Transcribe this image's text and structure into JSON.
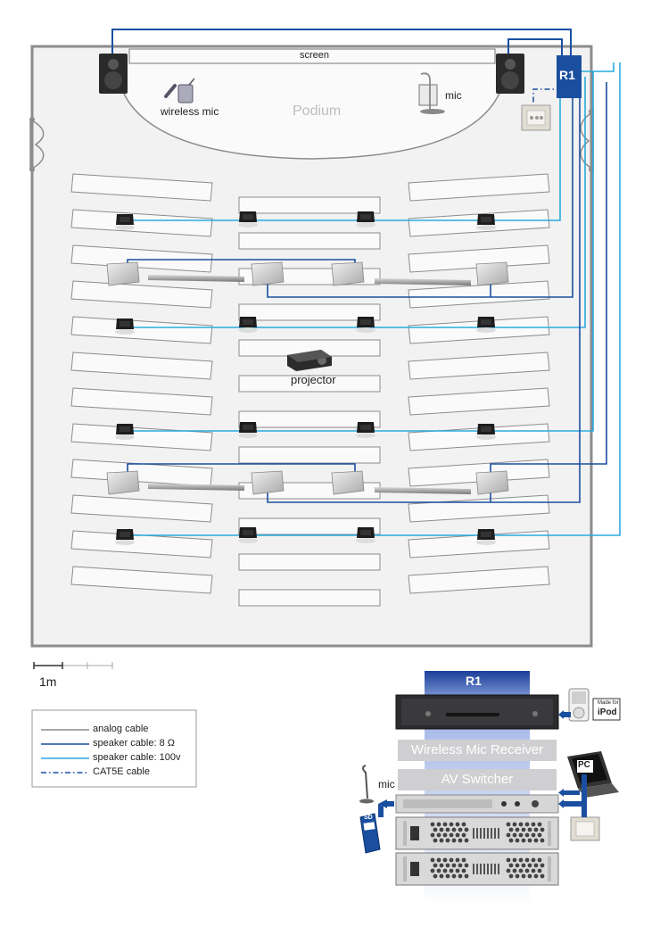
{
  "room": {
    "screen_label": "screen",
    "podium_label": "Podium",
    "wireless_mic_label": "wireless mic",
    "mic_label": "mic",
    "projector_label": "projector",
    "rack_tag": "R1"
  },
  "scale": {
    "label": "1m"
  },
  "legend": {
    "items": [
      {
        "label": "analog cable",
        "color": "#8a8a8a",
        "style": "solid"
      },
      {
        "label": "speaker cable: 8 Ω",
        "color": "#1a4fa0",
        "style": "solid"
      },
      {
        "label": "speaker cable: 100v",
        "color": "#29a9e0",
        "style": "solid"
      },
      {
        "label": "CAT5E cable",
        "color": "#1a4fa0",
        "style": "dash-dot"
      }
    ]
  },
  "rack": {
    "title": "R1",
    "wireless_receiver": "Wireless Mic Receiver",
    "av_switcher": "AV Switcher",
    "mic_label": "mic",
    "pc_label": "PC",
    "ipod_badge_top": "Made for",
    "ipod_badge": "iPod",
    "sd_label": "SD"
  },
  "colors": {
    "cable_8ohm": "#1a4fa0",
    "cable_100v": "#29a9e0",
    "analog": "#8a8a8a",
    "room_wall": "#8c8c8c",
    "room_fill": "#f2f2f2"
  }
}
